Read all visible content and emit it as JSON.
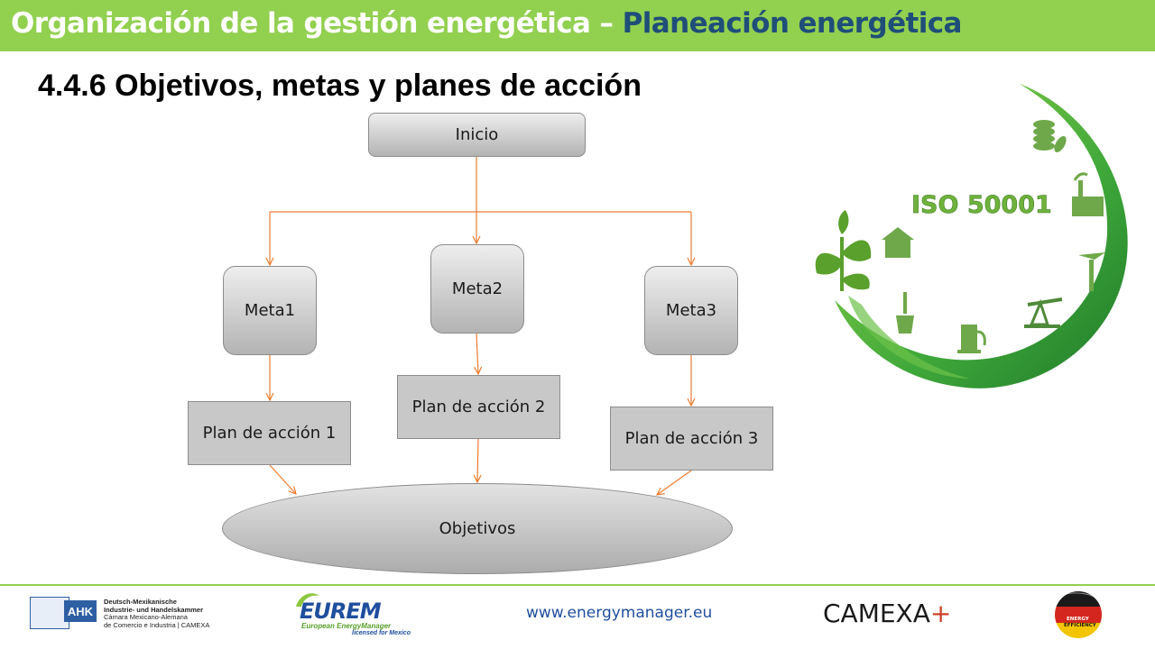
{
  "header": {
    "title_prefix": "Organización de la gestión energética – ",
    "title_accent": "Planeación energética",
    "bg_color": "#92d050",
    "accent_color": "#1f4e79"
  },
  "section": {
    "title": "4.4.6 Objetivos, metas y planes de acción"
  },
  "diagram": {
    "start": "Inicio",
    "goals": [
      "Meta1",
      "Meta2",
      "Meta3"
    ],
    "plans": [
      "Plan de acción 1",
      "Plan de acción 2",
      "Plan de acción 3"
    ],
    "end": "Objetivos",
    "connector_color": "#ed7d31"
  },
  "graphic": {
    "label": "ISO 50001",
    "icons": [
      "coins-icon",
      "factory-icon",
      "wind-turbine-icon",
      "oil-pump-icon",
      "fuel-pump-icon",
      "power-plant-icon",
      "house-icon",
      "plant-icon"
    ]
  },
  "footer": {
    "url": "www.energymanager.eu",
    "ahk": {
      "badge": "AHK",
      "line1": "Deutsch-Mexikanische",
      "line2": "Industrie- und Handelskammer",
      "line3": "Cámara Mexicano-Alemana",
      "line4": "de Comercio e Industria | CAMEXA"
    },
    "eurem": {
      "name": "EUREM",
      "subtitle": "European EnergyManager",
      "licensed": "licensed for Mexico"
    },
    "camexa": {
      "name": "CAMEXA",
      "plus": "+"
    },
    "energy_efficiency": {
      "line1": "ENERGY",
      "line2": "EFFICIENCY"
    }
  }
}
